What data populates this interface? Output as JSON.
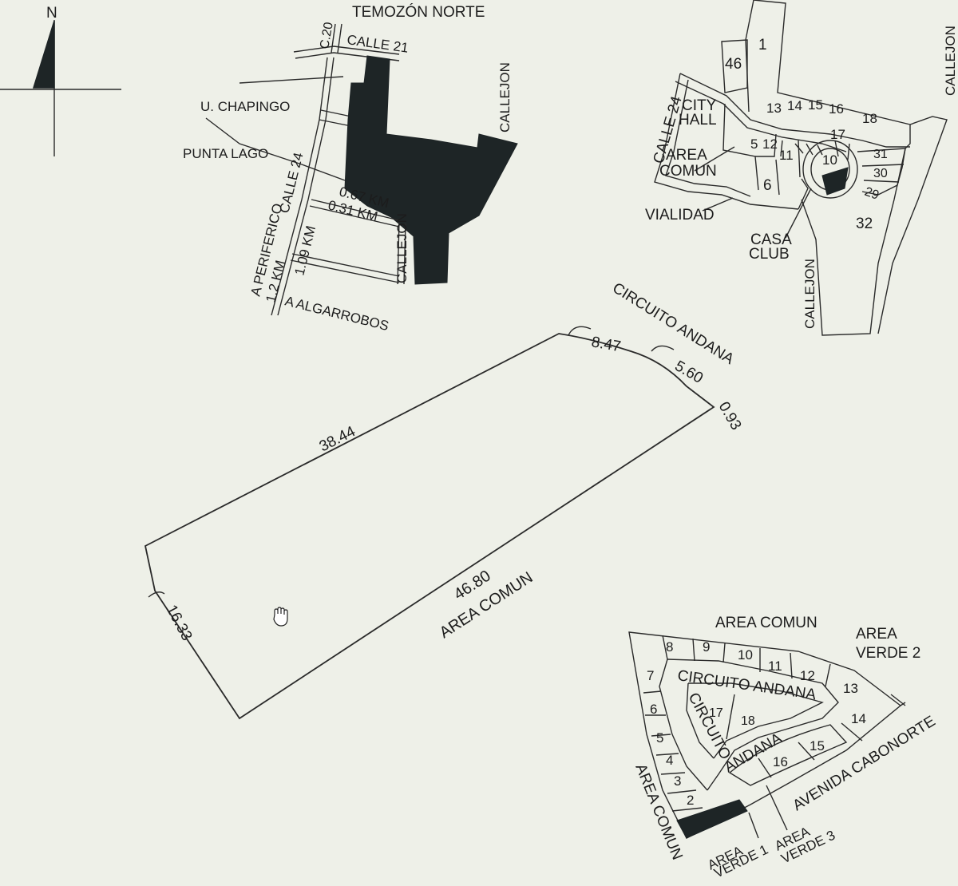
{
  "north_arrow": {
    "label": "N"
  },
  "location_map": {
    "temozon_norte": "TEMOZÓN NORTE",
    "calle_21": "CALLE 21",
    "c20": "C.20",
    "u_chapingo": "U. CHAPINGO",
    "callejon_top": "CALLEJON",
    "punta_lago": "PUNTA LAGO",
    "a_periferico": "A PERIFERICO",
    "km_1_2": "1.2 KM",
    "calle_24": "CALLE 24",
    "km_0_67": "0.67 KM",
    "km_0_31": "0.31 KM",
    "km_1_09": "1.09 KM",
    "callejon_bottom": "CALLEJON",
    "a_algarrobos": "A ALGARROBOS"
  },
  "site_map": {
    "lots": [
      "1",
      "46",
      "13",
      "14",
      "15",
      "16",
      "18",
      "17",
      "5",
      "12",
      "11",
      "10",
      "31",
      "30",
      "29",
      "6",
      "32"
    ],
    "city": "CITY",
    "hall": "HALL",
    "calle_24": "CALLE 24",
    "area": "AREA",
    "comun": "COMUN",
    "vialidad": "VIALIDAD",
    "casa": "CASA",
    "club": "CLUB",
    "callejon_right": "CALLEJON",
    "callejon_bottom": "CALLEJON"
  },
  "lot_detail": {
    "circuito_andana": "CIRCUITO ANDANA",
    "arc_8_47": "8.47",
    "arc_5_60": "5.60",
    "side_0_93": "0.93",
    "side_38_44": "38.44",
    "side_46_80": "46.80",
    "area_comun": "AREA COMUN",
    "arc_16_33": "16.33"
  },
  "key_plan": {
    "area_comun_top": "AREA COMUN",
    "area_verde_2": [
      "AREA",
      "VERDE 2"
    ],
    "circuito_andana": "CIRCUITO ANDANA",
    "circuito": "CIRCUITO",
    "andana": "ANDANA",
    "avenida_cabonorte": "AVENIDA CABONORTE",
    "area_comun_left": "AREA COMUN",
    "area_verde_1": [
      "AREA",
      "VERDE 1"
    ],
    "area_verde_3": [
      "AREA",
      "VERDE 3"
    ],
    "lots": [
      "8",
      "9",
      "10",
      "11",
      "12",
      "13",
      "7",
      "14",
      "6",
      "17",
      "18",
      "5",
      "15",
      "16",
      "4",
      "3",
      "2"
    ]
  }
}
